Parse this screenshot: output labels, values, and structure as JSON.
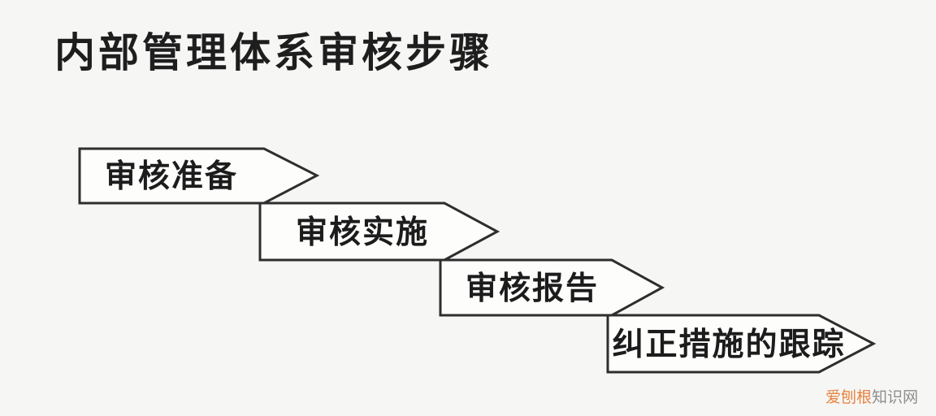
{
  "page": {
    "title": "内部管理体系审核步骤"
  },
  "diagram": {
    "type": "process-flow",
    "layout": "stepped-cascade-right-down",
    "steps": [
      {
        "index": 1,
        "label": "审核准备"
      },
      {
        "index": 2,
        "label": "审核实施"
      },
      {
        "index": 3,
        "label": "审核报告"
      },
      {
        "index": 4,
        "label": "纠正措施的跟踪"
      }
    ]
  },
  "watermark": {
    "highlight": "爱刨根",
    "rest": "知识网",
    "full": "爱刨根知识网"
  },
  "colors": {
    "background": "#f6f6f5",
    "arrow_fill": "#fdfdfc",
    "arrow_border": "#2e2e2e",
    "text": "#1c1c1c",
    "title_text": "#1e1e1e",
    "watermark_orange": "#e8823e",
    "watermark_gray": "#8e8e8e"
  }
}
